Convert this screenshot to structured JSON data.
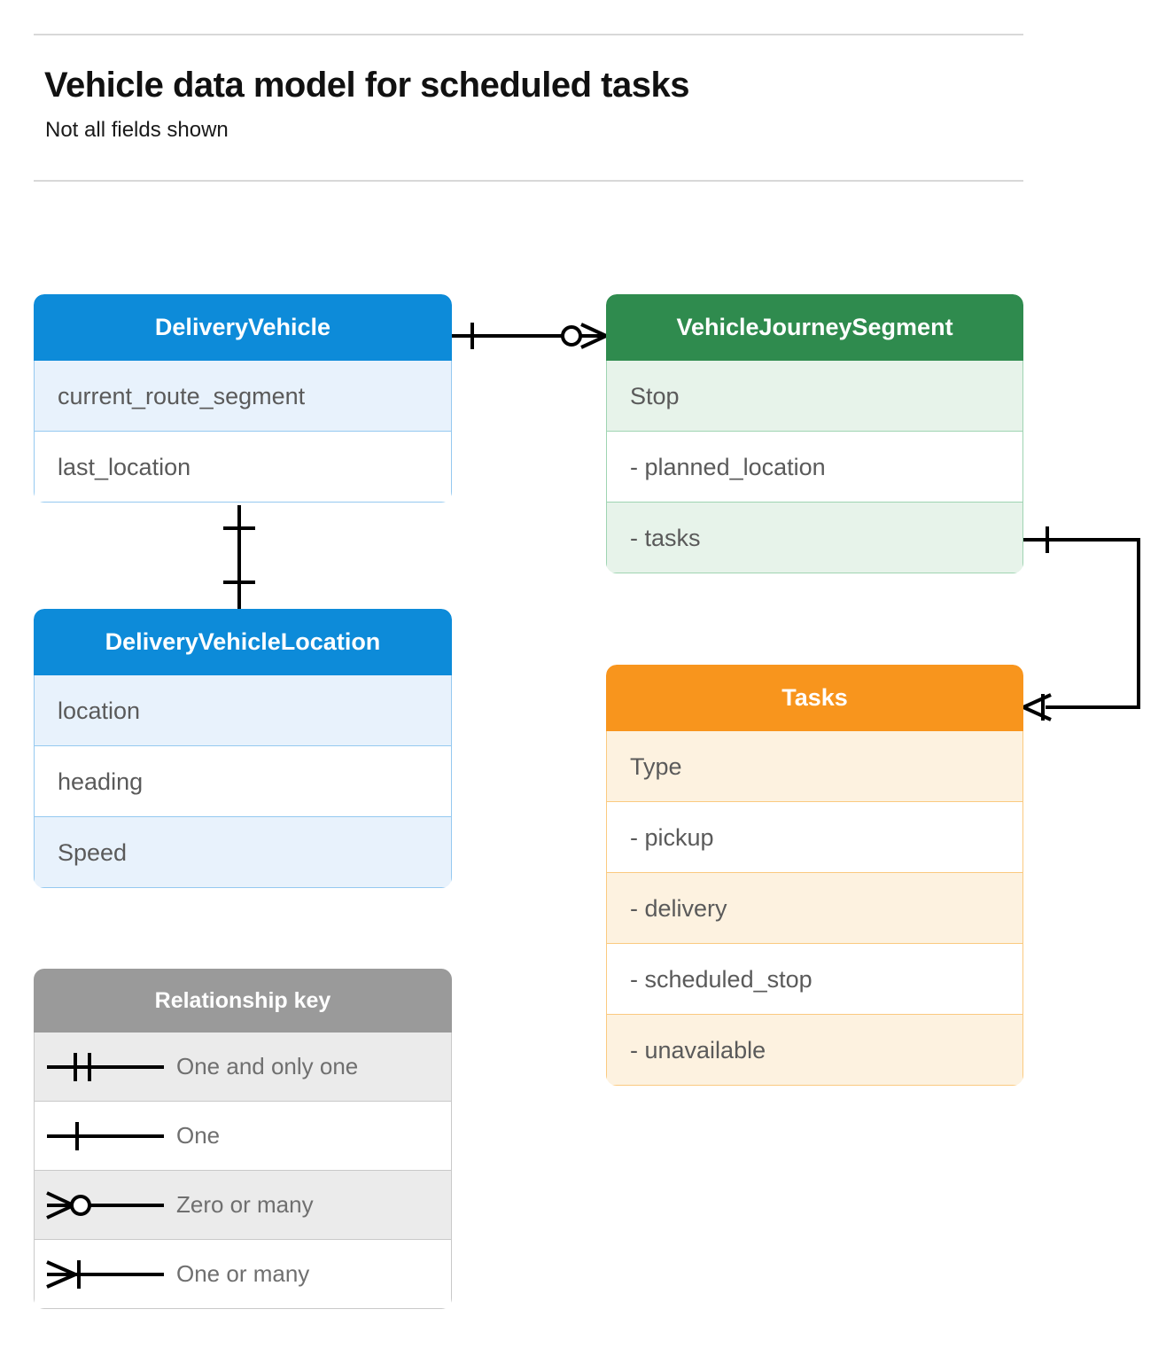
{
  "header": {
    "title": "Vehicle data model for scheduled tasks",
    "subtitle": "Not all fields shown"
  },
  "colors": {
    "blue": "#0d8bd9",
    "blue_row": "#e8f2fc",
    "blue_border": "#95c9f0",
    "green": "#2f8b4e",
    "green_row": "#e7f3ea",
    "green_border": "#9fd4b2",
    "orange": "#f8951d",
    "orange_row": "#fdf2e0",
    "orange_border": "#fbca80",
    "gray": "#9a9a9a",
    "line": "#000000",
    "rule": "#d8d8d8",
    "text": "#5a5a5a"
  },
  "entities": {
    "delivery_vehicle": {
      "name": "DeliveryVehicle",
      "fields": [
        {
          "label": "current_route_segment"
        },
        {
          "label": "last_location"
        }
      ]
    },
    "delivery_vehicle_location": {
      "name": "DeliveryVehicleLocation",
      "fields": [
        {
          "label": "location"
        },
        {
          "label": "heading"
        },
        {
          "label": "Speed"
        }
      ]
    },
    "vehicle_journey_segment": {
      "name": "VehicleJourneySegment",
      "fields": [
        {
          "label": "Stop"
        },
        {
          "label": "-  planned_location"
        },
        {
          "label": "- tasks"
        }
      ]
    },
    "tasks": {
      "name": "Tasks",
      "fields": [
        {
          "label": "Type"
        },
        {
          "label": "-  pickup"
        },
        {
          "label": "-  delivery"
        },
        {
          "label": "-  scheduled_stop"
        },
        {
          "label": "-  unavailable"
        }
      ]
    }
  },
  "legend": {
    "title": "Relationship key",
    "rows": [
      {
        "symbol": "one-and-only-one",
        "label": "One and only one"
      },
      {
        "symbol": "one",
        "label": "One"
      },
      {
        "symbol": "zero-or-many",
        "label": "Zero or many"
      },
      {
        "symbol": "one-or-many",
        "label": "One or many"
      }
    ]
  },
  "relationships": [
    {
      "name": "deliveryvehicle-to-vehiclejourneysegment",
      "from": "DeliveryVehicle",
      "to": "VehicleJourneySegment",
      "from_cardinality": "one",
      "to_cardinality": "zero-or-many"
    },
    {
      "name": "deliveryvehicle-to-deliveryvehiclelocation",
      "from": "DeliveryVehicle",
      "to": "DeliveryVehicleLocation",
      "from_cardinality": "one",
      "to_cardinality": "one"
    },
    {
      "name": "vehiclejourneysegment-tasks-to-tasks",
      "from": "VehicleJourneySegment.tasks",
      "to": "Tasks",
      "from_cardinality": "one",
      "to_cardinality": "one-or-many"
    }
  ]
}
